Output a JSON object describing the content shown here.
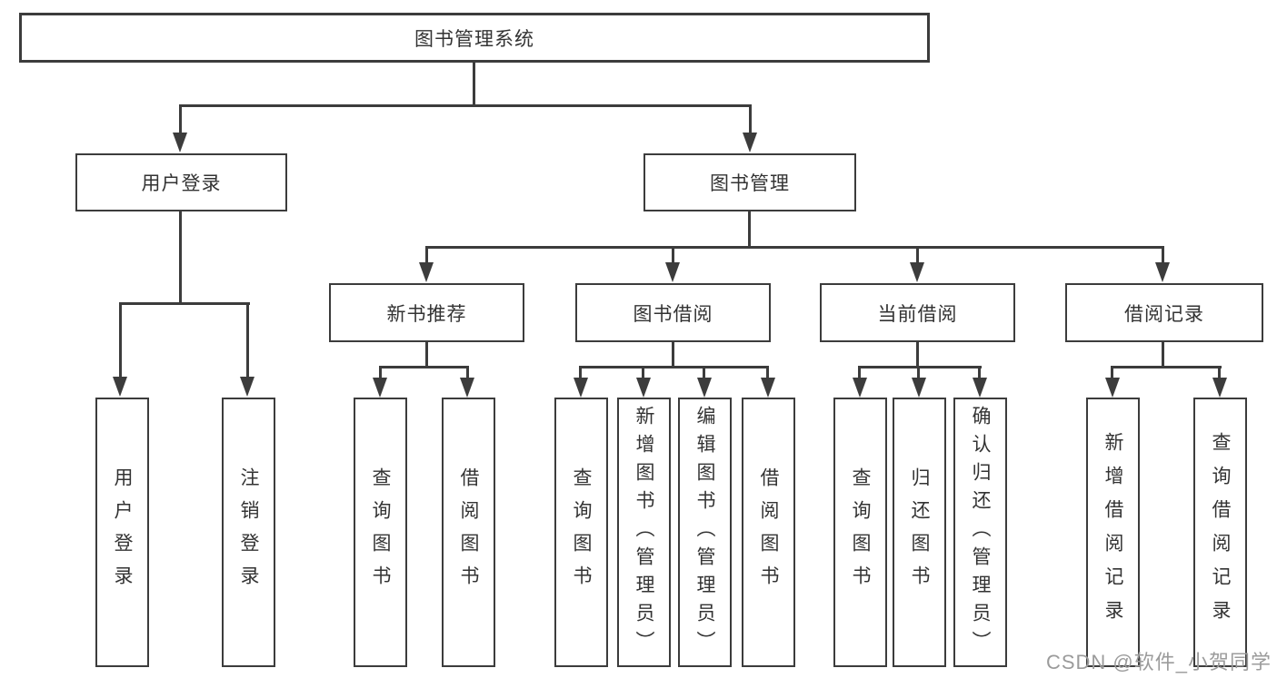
{
  "tree": {
    "root": "图书管理系统",
    "branches": [
      {
        "label": "用户登录",
        "children": [
          "用户登录",
          "注销登录"
        ]
      },
      {
        "label": "图书管理",
        "sections": [
          {
            "label": "新书推荐",
            "children": [
              "查询图书",
              "借阅图书"
            ]
          },
          {
            "label": "图书借阅",
            "children": [
              "查询图书",
              "新增图书（管理员）",
              "编辑图书（管理员）",
              "借阅图书"
            ]
          },
          {
            "label": "当前借阅",
            "children": [
              "查询图书",
              "归还图书",
              "确认归还（管理员）"
            ]
          },
          {
            "label": "借阅记录",
            "children": [
              "新增借阅记录",
              "查询借阅记录"
            ]
          }
        ]
      }
    ]
  },
  "watermark": {
    "text": "CSDN @软件_小贺同学"
  },
  "colors": {
    "line": "#3c3c3c",
    "text": "#333333",
    "watermark": "#9b9b9b",
    "background": "#ffffff"
  }
}
